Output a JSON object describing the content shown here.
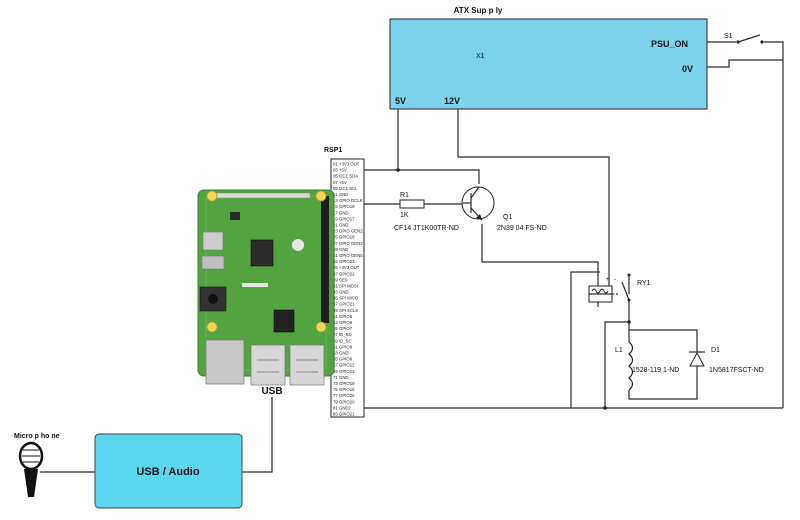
{
  "psu": {
    "title": "ATX Sup p ly",
    "ref": "X1",
    "pin_5v": "5V",
    "pin_12v": "12V",
    "pin_psu_on": "PSU_ON",
    "pin_0v": "0V",
    "color": "#7dd3ee"
  },
  "switch": {
    "ref": "S1"
  },
  "rpi": {
    "ref": "RSP1",
    "usb_label": "USB"
  },
  "header": {
    "pins": [
      "01 +3V3 OUT",
      "03 +5V",
      "05 I2C1 SDA",
      "07 +5V",
      "09 I2C1 SCL",
      "11 GND",
      "13 GPIO GCLK",
      "15 GPIO18",
      "17 GND",
      "19 GPIO17",
      "21 GND",
      "23 GPIO GEN2",
      "25 GPIO18",
      "27 GPIO GEN2",
      "29 GND",
      "31 GPIO GEN5",
      "33 GPIO23",
      "35 +3V3 OUT",
      "37 GPIO22",
      "39 CE0",
      "41 SPI MOSI",
      "43 GND",
      "45 SPI MISO",
      "47 GPIO21",
      "49 SPI SCLK",
      "51 GPIO5",
      "53 GPIO6",
      "55 GPIO7",
      "57 ID_SD",
      "59 ID_SC",
      "61 GPIO9",
      "63 GND",
      "65 GPIO6",
      "67 GPIO12",
      "69 GPIO13",
      "71 GND",
      "73 GPIO19",
      "75 GPIO16",
      "77 GPIO26",
      "79 GPIO20",
      "81 GND2",
      "83 GPIO21"
    ]
  },
  "r1": {
    "ref": "R1",
    "value": "1K",
    "part": "CF14 JT1K00TR-ND"
  },
  "q1": {
    "ref": "Q1",
    "part": "2N39 04 FS-ND"
  },
  "relay": {
    "ref": "RY1",
    "plus": "+",
    "minus": "-"
  },
  "l1": {
    "ref": "L1",
    "part": "1528-119 1-ND"
  },
  "d1": {
    "ref": "D1",
    "part": "1N5817FSCT-ND"
  },
  "mic": {
    "label": "Micro p ho ne"
  },
  "usb_audio": {
    "label": "USB / Audio",
    "color": "#5ad6ef"
  }
}
